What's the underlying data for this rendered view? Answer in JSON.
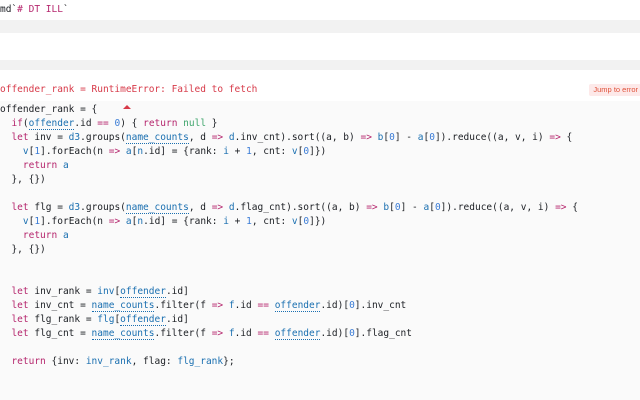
{
  "cells": {
    "markdown": {
      "prefix": "md`",
      "heading": "# DT ILL",
      "suffix": "`"
    },
    "error": {
      "variable": "offender_rank",
      "error_message": " = RuntimeError: Failed to fetch",
      "jump_label": "Jump to error",
      "code": {
        "l1": [
          "offender_rank",
          " = {"
        ],
        "l2": [
          "  ",
          "if",
          "(",
          "offender",
          ".id ",
          "==",
          " ",
          "0",
          ") { ",
          "return",
          " ",
          "null",
          " }"
        ],
        "l3": [
          "  ",
          "let",
          " inv = ",
          "d3",
          ".groups(",
          "name_counts",
          ", d ",
          "=>",
          " ",
          "d",
          ".inv_cnt).sort((a, b) ",
          "=>",
          " ",
          "b",
          "[",
          "0",
          "] - ",
          "a",
          "[",
          "0",
          "]).reduce((a, v, i) ",
          "=>",
          " {"
        ],
        "l4": [
          "    ",
          "v",
          "[",
          "1",
          "].forEach(n ",
          "=>",
          " ",
          "a",
          "[",
          "n",
          ".id] = {rank: ",
          "i",
          " + ",
          "1",
          ", cnt: ",
          "v",
          "[",
          "0",
          "]})"
        ],
        "l5": [
          "    ",
          "return",
          " ",
          "a"
        ],
        "l6": [
          "  }, {})"
        ],
        "l7": [
          "  ",
          "let",
          " flg = ",
          "d3",
          ".groups(",
          "name_counts",
          ", d ",
          "=>",
          " ",
          "d",
          ".flag_cnt).sort((a, b) ",
          "=>",
          " ",
          "b",
          "[",
          "0",
          "] - ",
          "a",
          "[",
          "0",
          "]).reduce((a, v, i) ",
          "=>",
          " {"
        ],
        "l8": [
          "    ",
          "v",
          "[",
          "1",
          "].forEach(n ",
          "=>",
          " ",
          "a",
          "[",
          "n",
          ".id] = {rank: ",
          "i",
          " + ",
          "1",
          ", cnt: ",
          "v",
          "[",
          "0",
          "]})"
        ],
        "l9": [
          "    ",
          "return",
          " ",
          "a"
        ],
        "l10": [
          "  }, {})"
        ],
        "l11": [
          "  ",
          "let",
          " inv_rank = ",
          "inv",
          "[",
          "offender",
          ".id]"
        ],
        "l12": [
          "  ",
          "let",
          " inv_cnt = ",
          "name_counts",
          ".filter(",
          "f ",
          "=>",
          " ",
          "f",
          ".id ",
          "==",
          " ",
          "offender",
          ".id)[",
          "0",
          "].inv_cnt"
        ],
        "l13": [
          "  ",
          "let",
          " flg_rank = ",
          "flg",
          "[",
          "offender",
          ".id]"
        ],
        "l14": [
          "  ",
          "let",
          " flg_cnt = ",
          "name_counts",
          ".filter(",
          "f ",
          "=>",
          " ",
          "f",
          ".id ",
          "==",
          " ",
          "offender",
          ".id)[",
          "0",
          "].flag_cnt"
        ],
        "l15": [
          "  ",
          "return",
          " {inv: ",
          "inv_rank",
          ", flag: ",
          "flg_rank",
          "};"
        ]
      }
    }
  },
  "colors": {
    "keyword": "#b5266d",
    "number": "#3a7bd5",
    "error": "#d73a49",
    "reference": "#1a6fb0",
    "literal": "#3fa56c"
  }
}
